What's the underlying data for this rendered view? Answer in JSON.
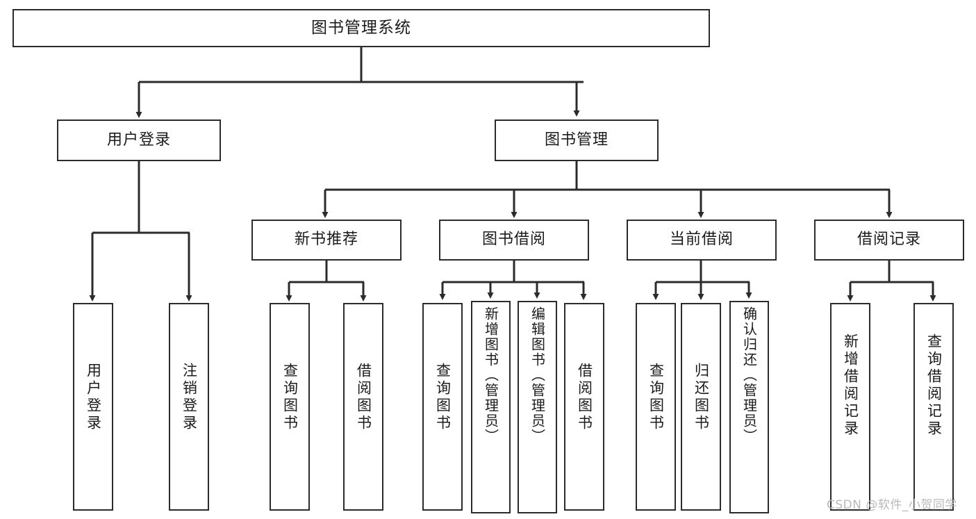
{
  "diagram": {
    "type": "tree-hierarchy-chart",
    "title": "图书管理系统",
    "background_color": "#ffffff",
    "line_color": "#2b2b2b",
    "text_color": "#1b1b1b"
  },
  "nodes": {
    "root": {
      "label": "图书管理系统"
    },
    "level1": [
      {
        "label": "用户登录"
      },
      {
        "label": "图书管理"
      }
    ],
    "level2": [
      {
        "label": "新书推荐"
      },
      {
        "label": "图书借阅"
      },
      {
        "label": "当前借阅"
      },
      {
        "label": "借阅记录"
      }
    ],
    "leaves": {
      "user_login": [
        {
          "label": "用户登录"
        },
        {
          "label": "注销登录"
        }
      ],
      "new_book_recommend": [
        {
          "label": "查询图书"
        },
        {
          "label": "借阅图书"
        }
      ],
      "book_borrow": [
        {
          "label": "查询图书"
        },
        {
          "label": "新增图书（管理员）"
        },
        {
          "label": "编辑图书（管理员）"
        },
        {
          "label": "借阅图书"
        }
      ],
      "current_borrow": [
        {
          "label": "查询图书"
        },
        {
          "label": "归还图书"
        },
        {
          "label": "确认归还（管理员）"
        }
      ],
      "borrow_record": [
        {
          "label": "新增借阅记录"
        },
        {
          "label": "查询借阅记录"
        }
      ]
    }
  },
  "watermark": {
    "text": "CSDN @软件_小贺同学"
  }
}
